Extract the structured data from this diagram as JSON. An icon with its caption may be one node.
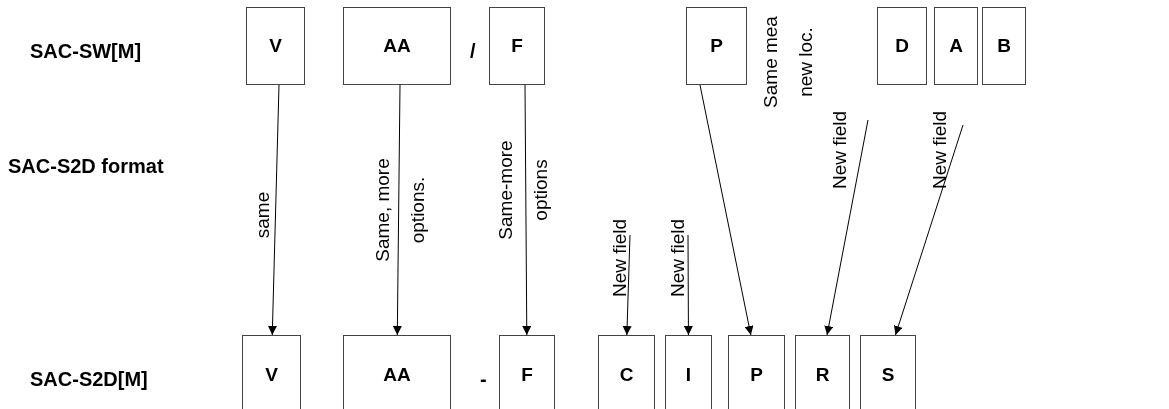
{
  "diagram": {
    "nodes": [
      {
        "text": [
          "V"
        ]
      },
      {
        "text": [
          "AA"
        ]
      },
      {
        "text": [
          "F"
        ]
      },
      {
        "text": [
          "P"
        ]
      },
      {
        "text": [
          "D"
        ]
      },
      {
        "text": [
          "A"
        ]
      },
      {
        "text": [
          "B"
        ]
      },
      {
        "text": [
          "V"
        ]
      },
      {
        "text": [
          "AA"
        ]
      },
      {
        "text": [
          "F"
        ]
      },
      {
        "text": [
          "C"
        ]
      },
      {
        "text": [
          "I"
        ]
      },
      {
        "text": [
          "P"
        ]
      },
      {
        "text": [
          "R"
        ]
      },
      {
        "text": [
          "S"
        ]
      }
    ],
    "edges": [
      {
        "from": 0,
        "to": 7,
        "arrow": "to",
        "label": "same"
      },
      {
        "from": 1,
        "to": 8,
        "arrow": "to",
        "label": "Same, more options."
      },
      {
        "from": 2,
        "to": 9,
        "arrow": "to",
        "label": "Same-more options"
      },
      {
        "from": null,
        "to": 10,
        "arrow": "to",
        "label": "New field"
      },
      {
        "from": null,
        "to": 11,
        "arrow": "to",
        "label": "New field"
      },
      {
        "from": 3,
        "to": 12,
        "arrow": "to",
        "label": "Same mea new loc."
      },
      {
        "from": null,
        "to": 13,
        "arrow": "to",
        "label": "New field"
      },
      {
        "from": null,
        "to": 14,
        "arrow": "to",
        "label": "New field"
      }
    ],
    "labels": [
      "SAC-SW[M]",
      "/",
      "SAC-S2D format",
      "SAC-S2D[M]",
      "-"
    ]
  }
}
